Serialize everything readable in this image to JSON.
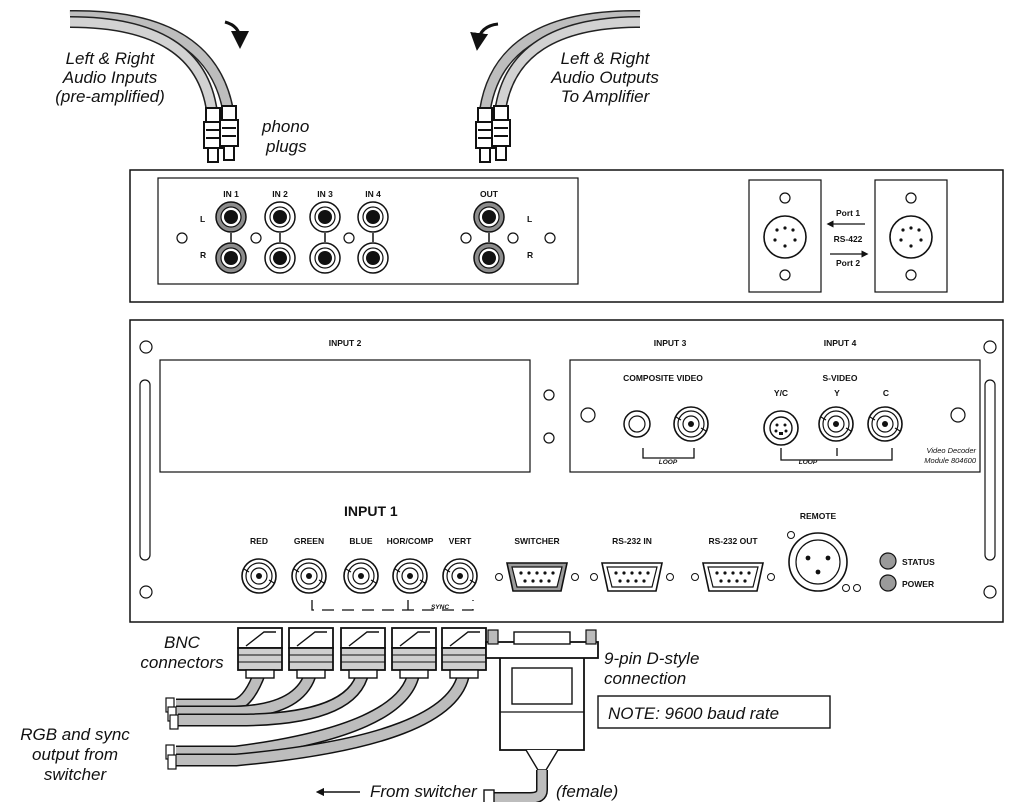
{
  "annotations": {
    "audio_in": [
      "Left & Right",
      "Audio Inputs",
      "(pre-amplified)"
    ],
    "audio_out": [
      "Left & Right",
      "Audio Outputs",
      "To Amplifier"
    ],
    "phono": [
      "phono",
      "plugs"
    ],
    "bnc": [
      "BNC",
      "connectors"
    ],
    "rgb_sync": [
      "RGB and sync",
      "output from",
      "switcher"
    ],
    "dstyle": [
      "9-pin D-style",
      "connection"
    ],
    "note": "NOTE: 9600 baud rate",
    "from_switcher": "From switcher",
    "female": "(female)"
  },
  "audio_panel": {
    "in_labels": [
      "IN 1",
      "IN 2",
      "IN 3",
      "IN 4"
    ],
    "out_label": "OUT",
    "left": "L",
    "right": "R",
    "port1": "Port 1",
    "rs422": "RS-422",
    "port2": "Port 2"
  },
  "main_panel": {
    "input2": "INPUT 2",
    "input3": "INPUT 3",
    "input4": "INPUT 4",
    "composite": "COMPOSITE VIDEO",
    "svideo": "S-VIDEO",
    "yc": "Y/C",
    "y": "Y",
    "c": "C",
    "loop": "LOOP",
    "module": [
      "Video Decoder",
      "Module 804600"
    ],
    "input1": "INPUT 1",
    "bnc_labels": [
      "RED",
      "GREEN",
      "BLUE",
      "HOR/COMP",
      "VERT"
    ],
    "sync": "SYNC",
    "switcher": "SWITCHER",
    "rs232in": "RS-232 IN",
    "rs232out": "RS-232 OUT",
    "remote": "REMOTE",
    "status": "STATUS",
    "power": "POWER"
  }
}
